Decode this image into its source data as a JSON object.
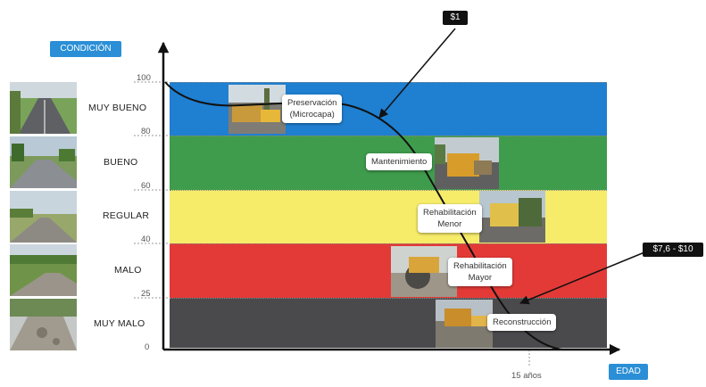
{
  "axis": {
    "y_title": "CONDICIÓN",
    "x_title": "EDAD",
    "ticks": [
      "100",
      "80",
      "60",
      "40",
      "25",
      "0"
    ],
    "x_marker": "15 años"
  },
  "bands": [
    {
      "label": "MUY BUENO",
      "color": "#1f7fd0"
    },
    {
      "label": "BUENO",
      "color": "#3f9c4d"
    },
    {
      "label": "REGULAR",
      "color": "#f6ec6a"
    },
    {
      "label": "MALO",
      "color": "#e33a37"
    },
    {
      "label": "MUY MALO",
      "color": "#4a4a4c"
    }
  ],
  "callouts": {
    "preservacion": [
      "Preservación",
      "(Microcapa)"
    ],
    "mantenimiento": "Mantenimiento",
    "rehab_menor": [
      "Rehabilitación",
      "Menor"
    ],
    "rehab_mayor": [
      "Rehabilitación",
      "Mayor"
    ],
    "reconstruccion": "Reconstrucción"
  },
  "prices": {
    "top": "$1",
    "bottom": "$7,6 - $10"
  },
  "colors": {
    "axis_tag": "#2a8fd6",
    "price_tag": "#111111",
    "curve": "#111111"
  }
}
